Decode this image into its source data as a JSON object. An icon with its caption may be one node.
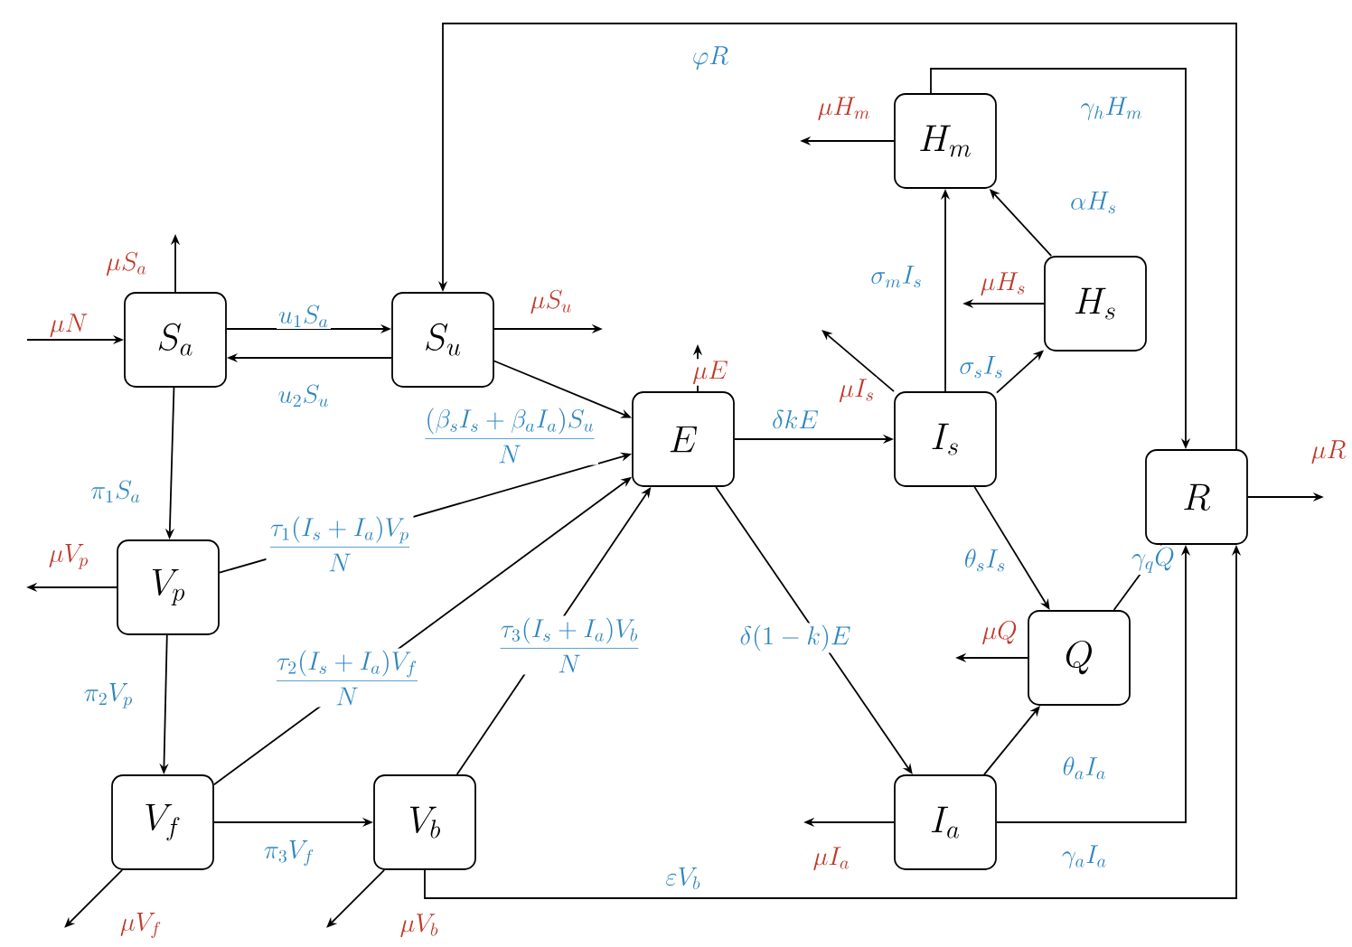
{
  "diagram": {
    "nodes": [
      {
        "text": [
          "S_a"
        ]
      },
      {
        "text": [
          "S_u"
        ]
      },
      {
        "text": [
          "E"
        ]
      },
      {
        "text": [
          "I_s"
        ]
      },
      {
        "text": [
          "H_m"
        ]
      },
      {
        "text": [
          "H_s"
        ]
      },
      {
        "text": [
          "R"
        ]
      },
      {
        "text": [
          "Q"
        ]
      },
      {
        "text": [
          "I_a"
        ]
      },
      {
        "text": [
          "V_p"
        ]
      },
      {
        "text": [
          "V_f"
        ]
      },
      {
        "text": [
          "V_b"
        ]
      }
    ],
    "edges": [
      {
        "from": null,
        "to": 0,
        "arrow": "to",
        "label": "\\mu N"
      },
      {
        "from": 0,
        "to": null,
        "arrow": "to",
        "label": "\\mu S_a"
      },
      {
        "from": 0,
        "to": 1,
        "arrow": "to",
        "label": "u_1 S_a"
      },
      {
        "from": 1,
        "to": 0,
        "arrow": "to",
        "label": "u_2 S_u"
      },
      {
        "from": 1,
        "to": null,
        "arrow": "to",
        "label": "\\mu S_u"
      },
      {
        "from": 1,
        "to": 2,
        "arrow": "to",
        "label": "\\frac{(\\beta_s I_s + \\beta_a I_a) S_u}{N}"
      },
      {
        "from": 0,
        "to": 9,
        "arrow": "to",
        "label": "\\pi_1 S_a"
      },
      {
        "from": 9,
        "to": null,
        "arrow": "to",
        "label": "\\mu V_p"
      },
      {
        "from": 9,
        "to": 2,
        "arrow": "to",
        "label": "\\frac{\\tau_1 (I_s + I_a) V_p}{N}"
      },
      {
        "from": 9,
        "to": 10,
        "arrow": "to",
        "label": "\\pi_2 V_p"
      },
      {
        "from": 10,
        "to": 2,
        "arrow": "to",
        "label": "\\frac{\\tau_2 (I_s + I_a) V_f}{N}"
      },
      {
        "from": 10,
        "to": null,
        "arrow": "to",
        "label": "\\mu V_f"
      },
      {
        "from": 10,
        "to": 11,
        "arrow": "to",
        "label": "\\pi_3 V_f"
      },
      {
        "from": 11,
        "to": 2,
        "arrow": "to",
        "label": "\\frac{\\tau_3 (I_s + I_a) V_b}{N}"
      },
      {
        "from": 11,
        "to": null,
        "arrow": "to",
        "label": "\\mu V_b"
      },
      {
        "from": 11,
        "to": 6,
        "arrow": "to",
        "label": "\\varepsilon V_b"
      },
      {
        "from": 2,
        "to": null,
        "arrow": "to",
        "label": "\\mu E"
      },
      {
        "from": 2,
        "to": 3,
        "arrow": "to",
        "label": "\\delta k E"
      },
      {
        "from": 2,
        "to": 8,
        "arrow": "to",
        "label": "\\delta (1-k) E"
      },
      {
        "from": 3,
        "to": null,
        "arrow": "to",
        "label": "\\mu I_s"
      },
      {
        "from": 3,
        "to": 4,
        "arrow": "to",
        "label": "\\sigma_m I_s"
      },
      {
        "from": 3,
        "to": 5,
        "arrow": "to",
        "label": "\\sigma_s I_s"
      },
      {
        "from": 3,
        "to": 7,
        "arrow": "to",
        "label": "\\theta_s I_s"
      },
      {
        "from": 5,
        "to": null,
        "arrow": "to",
        "label": "\\mu H_s"
      },
      {
        "from": 5,
        "to": 4,
        "arrow": "to",
        "label": "\\alpha H_s"
      },
      {
        "from": 4,
        "to": null,
        "arrow": "to",
        "label": "\\mu H_m"
      },
      {
        "from": 4,
        "to": 6,
        "arrow": "to",
        "label": "\\gamma_h H_m"
      },
      {
        "from": 6,
        "to": 1,
        "arrow": "to",
        "label": "\\varphi R"
      },
      {
        "from": 6,
        "to": null,
        "arrow": "to",
        "label": "\\mu R"
      },
      {
        "from": 7,
        "to": null,
        "arrow": "to",
        "label": "\\mu Q"
      },
      {
        "from": 7,
        "to": 6,
        "arrow": "to",
        "label": "\\gamma_q Q"
      },
      {
        "from": 8,
        "to": 7,
        "arrow": "to",
        "label": "\\theta_a I_a"
      },
      {
        "from": 8,
        "to": 6,
        "arrow": "to",
        "label": "\\gamma_a I_a"
      },
      {
        "from": 8,
        "to": null,
        "arrow": "to",
        "label": "\\mu I_a"
      }
    ]
  }
}
